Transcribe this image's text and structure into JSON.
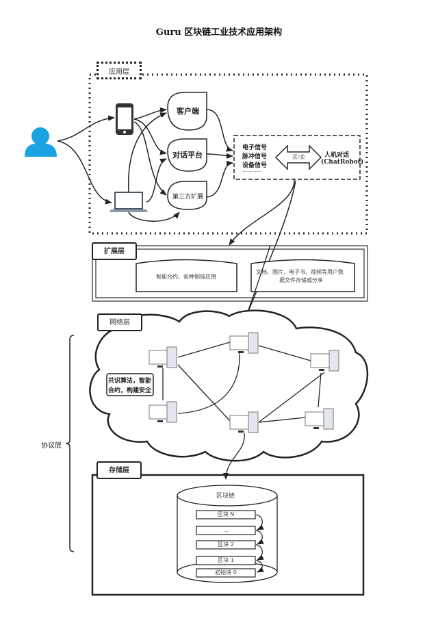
{
  "title": "Guru 区块链工业技术应用架构",
  "layers": {
    "application": "应用层",
    "extension": "扩展层",
    "network": "网络层",
    "storage": "存储层",
    "protocol": "协议层"
  },
  "application": {
    "clients": [
      "客户端",
      "对话平台",
      "第三方扩展"
    ],
    "signals": [
      "电子信号",
      "脉冲信号",
      "设备信号",
      "…………"
    ],
    "exchange_label": "买/卖",
    "chatbot_line1": "人机对话",
    "chatbot_line2": "(ChatRobot)"
  },
  "extension": {
    "box1": "智能合约、各种侧链应用",
    "box2_line1": "文档、图片、电子书、视频等用户数",
    "box2_line2": "据文件存储或分享"
  },
  "network": {
    "note_line1": "共识算法，智能",
    "note_line2": "合约，构建安全"
  },
  "storage": {
    "chain_label": "区块链",
    "blocks": [
      "区块 N",
      "…",
      "区块 2",
      "区块 1",
      "初始块 0"
    ]
  },
  "colors": {
    "user_icon": "#1aa3e0",
    "line": "#222222"
  }
}
